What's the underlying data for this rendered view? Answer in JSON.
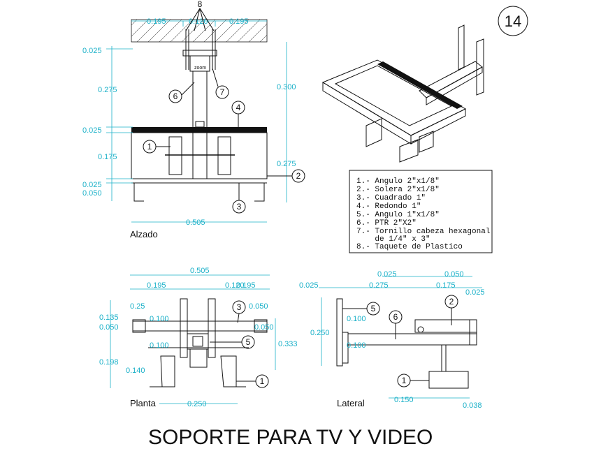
{
  "sheet_number": "14",
  "title": "SOPORTE PARA TV Y VIDEO",
  "views": {
    "alzado": "Alzado",
    "planta": "Planta",
    "lateral": "Lateral",
    "alzado_zoom_tag": "zoom"
  },
  "legend": [
    "1.- Angulo 2\"x1/8\"",
    "2.- Solera 2\"x1/8\"",
    "3.- Cuadrado 1\"",
    "4.- Redondo 1\"",
    "5.- Angulo 1\"x1/8\"",
    "6.- PTR 2\"X2\"",
    "7.- Tornillo cabeza hexagonal",
    "    de 1/4\" x 3\"",
    "8.- Taquete de Plastico"
  ],
  "callouts": {
    "c1": "1",
    "c2": "2",
    "c3": "3",
    "c4": "4",
    "c5": "5",
    "c6": "6",
    "c7": "7",
    "c8": "8"
  },
  "dims_alzado": {
    "top1": "0.195",
    "top2": "0.120",
    "top3": "0.195",
    "l1": "0.025",
    "l2": "0.275",
    "l3": "0.025",
    "l4": "0.175",
    "l5": "0.025",
    "l6": "0.050",
    "r1": "0.300",
    "r2": "0.275",
    "bottom": "0.505"
  },
  "dims_planta": {
    "top": "0.505",
    "t2a": "0.195",
    "t2b": "0.120",
    "t2c": "0.195",
    "l1": "0.135",
    "l2": "0.050",
    "l3": "0.198",
    "l4": "0.140",
    "i1": "0.25",
    "i2": "0.100",
    "i3": "0.100",
    "i4": "0.050",
    "r1": "0.050",
    "r2": "0.333",
    "bottom": "0.250"
  },
  "dims_lateral": {
    "t1a": "0.025",
    "t1b": "0.050",
    "t2a": "0.025",
    "t2b": "0.275",
    "t2c": "0.175",
    "t2d": "0.025",
    "l1": "0.250",
    "i1": "0.100",
    "i2": "0.100",
    "b1": "0.150",
    "b2": "0.038"
  }
}
